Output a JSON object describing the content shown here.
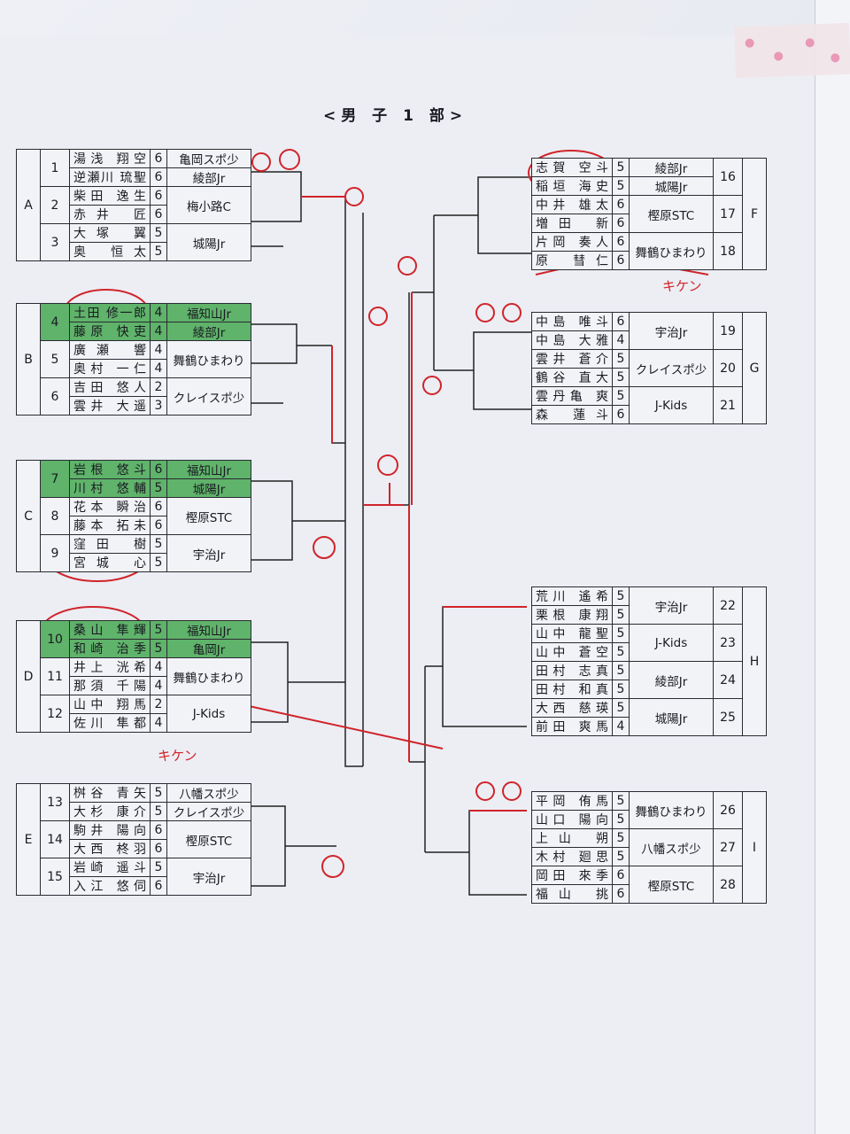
{
  "title": "<男 子 1 部>",
  "left_groups": [
    {
      "letter": "A",
      "teams": [
        {
          "seed": "1",
          "highlight": false,
          "players": [
            {
              "name": "湯浅 翔空",
              "grade": "6",
              "club": "亀岡スポ少"
            },
            {
              "name": "逆瀬川 琉聖",
              "grade": "6",
              "club": "綾部Jr"
            }
          ]
        },
        {
          "seed": "2",
          "highlight": false,
          "players": [
            {
              "name": "柴田 逸生",
              "grade": "6"
            },
            {
              "name": "赤井 匠",
              "grade": "6"
            }
          ],
          "club": "梅小路C"
        },
        {
          "seed": "3",
          "highlight": false,
          "players": [
            {
              "name": "大塚 翼",
              "grade": "5"
            },
            {
              "name": "奥 恒太",
              "grade": "5"
            }
          ],
          "club": "城陽Jr"
        }
      ]
    },
    {
      "letter": "B",
      "teams": [
        {
          "seed": "4",
          "highlight": true,
          "players": [
            {
              "name": "土田 修一郎",
              "grade": "4",
              "club": "福知山Jr"
            },
            {
              "name": "藤原 快吏",
              "grade": "4",
              "club": "綾部Jr"
            }
          ]
        },
        {
          "seed": "5",
          "highlight": false,
          "players": [
            {
              "name": "廣瀬 響",
              "grade": "4"
            },
            {
              "name": "奥村 一仁",
              "grade": "4"
            }
          ],
          "club": "舞鶴ひまわり"
        },
        {
          "seed": "6",
          "highlight": false,
          "players": [
            {
              "name": "吉田 悠人",
              "grade": "2"
            },
            {
              "name": "雲井 大遥",
              "grade": "3"
            }
          ],
          "club": "クレイスポ少"
        }
      ]
    },
    {
      "letter": "C",
      "teams": [
        {
          "seed": "7",
          "highlight": true,
          "players": [
            {
              "name": "岩根 悠斗",
              "grade": "6",
              "club": "福知山Jr"
            },
            {
              "name": "川村 悠輔",
              "grade": "5",
              "club": "城陽Jr"
            }
          ]
        },
        {
          "seed": "8",
          "highlight": false,
          "players": [
            {
              "name": "花本 瞬治",
              "grade": "6"
            },
            {
              "name": "藤本 拓未",
              "grade": "6"
            }
          ],
          "club": "樫原STC"
        },
        {
          "seed": "9",
          "highlight": false,
          "players": [
            {
              "name": "窪田 樹",
              "grade": "5"
            },
            {
              "name": "宮城 心",
              "grade": "5"
            }
          ],
          "club": "宇治Jr"
        }
      ]
    },
    {
      "letter": "D",
      "teams": [
        {
          "seed": "10",
          "highlight": true,
          "players": [
            {
              "name": "桑山 隼輝",
              "grade": "5",
              "club": "福知山Jr"
            },
            {
              "name": "和崎 治季",
              "grade": "5",
              "club": "亀岡Jr"
            }
          ]
        },
        {
          "seed": "11",
          "highlight": false,
          "players": [
            {
              "name": "井上 洸希",
              "grade": "4"
            },
            {
              "name": "那須 千陽",
              "grade": "4"
            }
          ],
          "club": "舞鶴ひまわり"
        },
        {
          "seed": "12",
          "highlight": false,
          "players": [
            {
              "name": "山中 翔馬",
              "grade": "2"
            },
            {
              "name": "佐川 隼都",
              "grade": "4"
            }
          ],
          "club": "J-Kids"
        }
      ]
    },
    {
      "letter": "E",
      "teams": [
        {
          "seed": "13",
          "highlight": false,
          "players": [
            {
              "name": "桝谷 青矢",
              "grade": "5",
              "club": "八幡スポ少"
            },
            {
              "name": "大杉 康介",
              "grade": "5",
              "club": "クレイスポ少"
            }
          ]
        },
        {
          "seed": "14",
          "highlight": false,
          "players": [
            {
              "name": "駒井 陽向",
              "grade": "6"
            },
            {
              "name": "大西 柊羽",
              "grade": "6"
            }
          ],
          "club": "樫原STC"
        },
        {
          "seed": "15",
          "highlight": false,
          "players": [
            {
              "name": "岩崎 遥斗",
              "grade": "5"
            },
            {
              "name": "入江 悠伺",
              "grade": "6"
            }
          ],
          "club": "宇治Jr"
        }
      ]
    }
  ],
  "right_groups": [
    {
      "letter": "F",
      "teams": [
        {
          "seed": "16",
          "players": [
            {
              "name": "志賀 空斗",
              "grade": "5",
              "club": "綾部Jr"
            },
            {
              "name": "稲垣 海史",
              "grade": "5",
              "club": "城陽Jr"
            }
          ]
        },
        {
          "seed": "17",
          "players": [
            {
              "name": "中井 雄太",
              "grade": "6"
            },
            {
              "name": "増田 新",
              "grade": "6"
            }
          ],
          "club": "樫原STC"
        },
        {
          "seed": "18",
          "players": [
            {
              "name": "片岡 奏人",
              "grade": "6"
            },
            {
              "name": "原 彗仁",
              "grade": "6"
            }
          ],
          "club": "舞鶴ひまわり"
        }
      ]
    },
    {
      "letter": "G",
      "teams": [
        {
          "seed": "19",
          "players": [
            {
              "name": "中島 唯斗",
              "grade": "6"
            },
            {
              "name": "中島 大雅",
              "grade": "4"
            }
          ],
          "club": "宇治Jr"
        },
        {
          "seed": "20",
          "players": [
            {
              "name": "雲井 蒼介",
              "grade": "5"
            },
            {
              "name": "鶴谷 直大",
              "grade": "5"
            }
          ],
          "club": "クレイスポ少"
        },
        {
          "seed": "21",
          "players": [
            {
              "name": "雲丹亀 爽",
              "grade": "5"
            },
            {
              "name": "森 蓮斗",
              "grade": "6"
            }
          ],
          "club": "J-Kids"
        }
      ]
    },
    {
      "letter": "H",
      "teams": [
        {
          "seed": "22",
          "players": [
            {
              "name": "荒川 遙希",
              "grade": "5"
            },
            {
              "name": "栗根 康翔",
              "grade": "5"
            }
          ],
          "club": "宇治Jr"
        },
        {
          "seed": "23",
          "players": [
            {
              "name": "山中 龍聖",
              "grade": "5"
            },
            {
              "name": "山中 蒼空",
              "grade": "5"
            }
          ],
          "club": "J-Kids"
        },
        {
          "seed": "24",
          "players": [
            {
              "name": "田村 志真",
              "grade": "5"
            },
            {
              "name": "田村 和真",
              "grade": "5"
            }
          ],
          "club": "綾部Jr"
        },
        {
          "seed": "25",
          "players": [
            {
              "name": "大西 慈瑛",
              "grade": "5"
            },
            {
              "name": "前田 爽馬",
              "grade": "4"
            }
          ],
          "club": "城陽Jr"
        }
      ]
    },
    {
      "letter": "I",
      "teams": [
        {
          "seed": "26",
          "players": [
            {
              "name": "平岡 侑馬",
              "grade": "5"
            },
            {
              "name": "山口 陽向",
              "grade": "5"
            }
          ],
          "club": "舞鶴ひまわり"
        },
        {
          "seed": "27",
          "players": [
            {
              "name": "上山 朔",
              "grade": "5"
            },
            {
              "name": "木村 廻思",
              "grade": "5"
            }
          ],
          "club": "八幡スポ少"
        },
        {
          "seed": "28",
          "players": [
            {
              "name": "岡田 來季",
              "grade": "6"
            },
            {
              "name": "福山 挑",
              "grade": "6"
            }
          ],
          "club": "樫原STC"
        }
      ]
    }
  ],
  "annotations": {
    "withdrawn_f": "キケン",
    "withdrawn_d": "キケン"
  },
  "colors": {
    "highlight": "#5fb36a",
    "ink": "#d0242a"
  }
}
